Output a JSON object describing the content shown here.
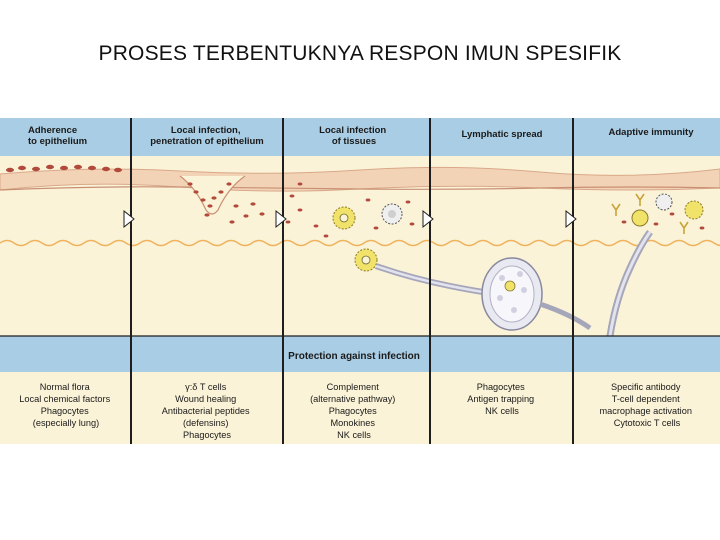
{
  "slide": {
    "title": "PROSES TERBENTUKNYA RESPON IMUN SPESIFIK"
  },
  "diagram": {
    "stages": [
      {
        "title": [
          "Adherence",
          "to epithelium"
        ]
      },
      {
        "title": [
          "Local infection,",
          "penetration of epithelium"
        ]
      },
      {
        "title": [
          "Local infection",
          "of tissues"
        ]
      },
      {
        "title": [
          "Lymphatic spread"
        ]
      },
      {
        "title": [
          "Adaptive immunity"
        ]
      }
    ],
    "band_label": "Protection against infection",
    "protections": [
      [
        "Normal flora",
        "Local chemical factors",
        "Phagocytes",
        "(especially lung)"
      ],
      [
        "γ:δ T cells",
        "Wound healing",
        "Antibacterial peptides",
        "(defensins)",
        "Phagocytes"
      ],
      [
        "Complement",
        "(alternative pathway)",
        "Phagocytes",
        "Monokines",
        "NK cells"
      ],
      [
        "Phagocytes",
        "Antigen trapping",
        "NK cells"
      ],
      [
        "Specific antibody",
        "T-cell dependent",
        "macrophage activation",
        "Cytotoxic T cells"
      ]
    ],
    "colors": {
      "header_blue": "#a9cde4",
      "panel_cream": "#fbf3d7",
      "skin_band": "#f3d3b6",
      "bacteria": "#b24a3c",
      "wave": "#f0b25e",
      "divider": "#1e1e1e",
      "lymph": "#a6a6bb",
      "macrophage": "#f1e26a"
    }
  }
}
